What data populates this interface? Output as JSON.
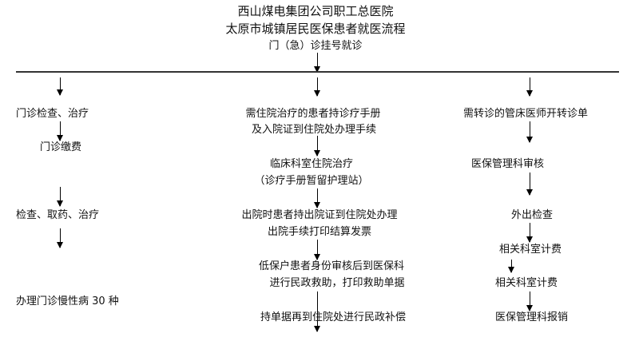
{
  "header": {
    "hospital": "西山煤电集团公司职工总医院",
    "process_title": "太原市城镇居民医保患者就医流程",
    "start_step": "门（急）诊挂号就诊"
  },
  "left_column": [
    "门诊检查、治疗",
    "门诊缴费",
    "检查、取药、治疗",
    "办理门诊慢性病 30 种"
  ],
  "middle_column": [
    [
      "需住院治疗的患者持诊疗手册",
      "及入院证到住院处办理手续"
    ],
    [
      "临床科室住院治疗",
      "（诊疗手册暂留护理站）"
    ],
    [
      "出院时患者持出院证到住院处办理",
      "出院手续打印结算发票"
    ],
    [
      "低保户患者身份审核后到医保科",
      "进行民政救助，打印救助单据"
    ],
    [
      "持单据再到住院处进行民政补偿"
    ]
  ],
  "right_column": [
    "需转诊的管床医师开转诊单",
    "医保管理科审核",
    "外出检查",
    "相关科室计费",
    "相关科室计费",
    "医保管理科报销"
  ]
}
